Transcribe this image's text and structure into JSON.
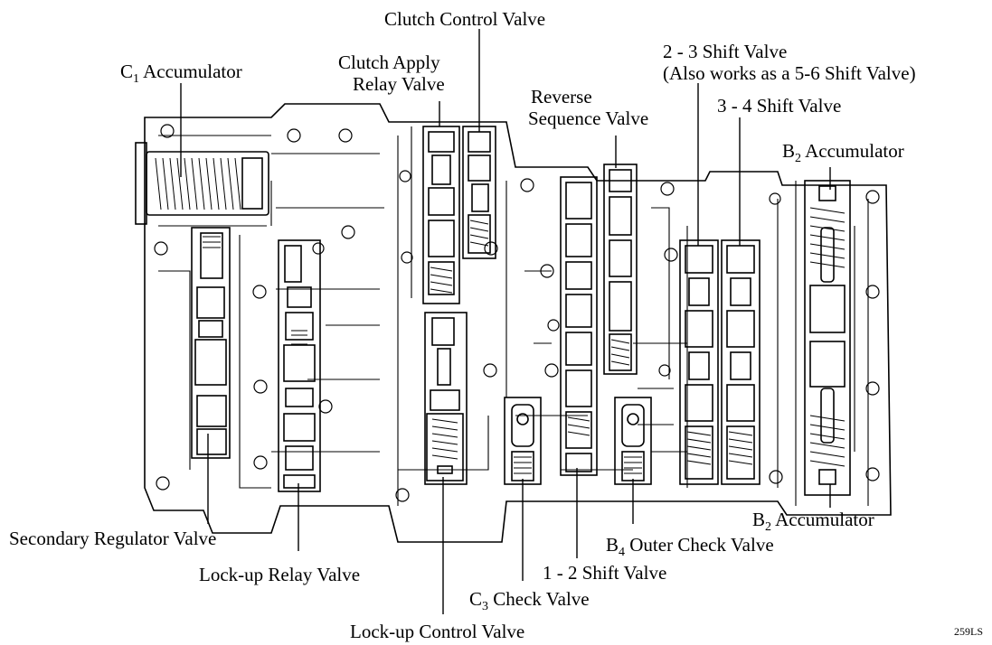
{
  "diagram": {
    "labels": {
      "clutch_control_valve": "Clutch Control Valve",
      "shift_valve_2_3": "2 - 3 Shift Valve",
      "shift_valve_2_3_note": "(Also works as a 5-6 Shift Valve)",
      "c1_accumulator_prefix": "C",
      "c1_accumulator_sub": "1",
      "c1_accumulator_suffix": " Accumulator",
      "clutch_apply_relay_line1": "Clutch Apply",
      "clutch_apply_relay_line2": "Relay Valve",
      "reverse_sequence_line1": "Reverse",
      "reverse_sequence_line2": "Sequence Valve",
      "shift_valve_3_4": "3 - 4 Shift Valve",
      "b2_accumulator_top_prefix": "B",
      "b2_accumulator_top_sub": "2",
      "b2_accumulator_top_suffix": " Accumulator",
      "secondary_regulator_valve": "Secondary Regulator Valve",
      "lockup_relay_valve": "Lock-up Relay Valve",
      "c3_check_prefix": "C",
      "c3_check_sub": "3",
      "c3_check_suffix": " Check Valve",
      "lockup_control_valve": "Lock-up Control Valve",
      "shift_valve_1_2": "1 - 2 Shift Valve",
      "b4_outer_check_prefix": "B",
      "b4_outer_check_sub": "4",
      "b4_outer_check_suffix": " Outer Check Valve",
      "b2_accumulator_bottom_prefix": "B",
      "b2_accumulator_bottom_sub": "2",
      "b2_accumulator_bottom_suffix": " Accumulator"
    },
    "figure_code": "259LS",
    "colors": {
      "line": "#000000",
      "background": "#ffffff"
    }
  }
}
